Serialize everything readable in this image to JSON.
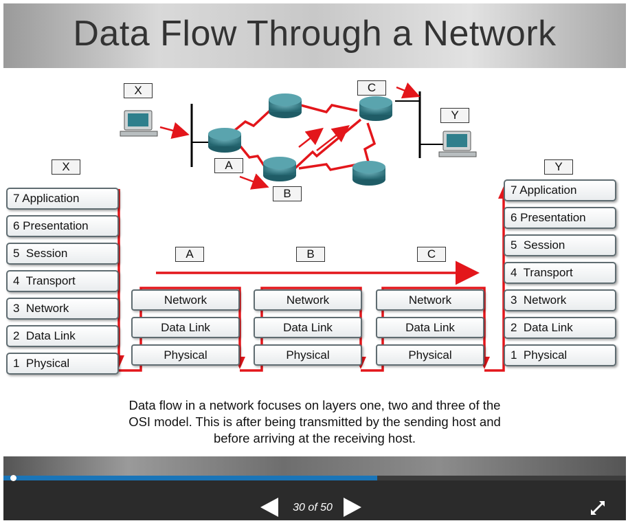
{
  "slide": {
    "title": "Data Flow Through a Network",
    "caption_lines": [
      "Data flow in a network focuses on layers one, two and three of the",
      "OSI model. This is after being transmitted by the sending host and",
      "before arriving at the receiving host."
    ],
    "topology": {
      "host_x_label": "X",
      "host_y_label": "Y",
      "router_a_label": "A",
      "router_b_label": "B",
      "router_c_label": "C"
    },
    "left_stack": {
      "label": "X",
      "layers": [
        "7 Application",
        "6 Presentation",
        "5  Session",
        "4  Transport",
        "3  Network",
        "2  Data Link",
        "1  Physical"
      ]
    },
    "right_stack": {
      "label": "Y",
      "layers": [
        "7 Application",
        "6 Presentation",
        "5  Session",
        "4  Transport",
        "3  Network",
        "2  Data Link",
        "1  Physical"
      ]
    },
    "middle_stacks": [
      {
        "label": "A",
        "layers": [
          "Network",
          "Data Link",
          "Physical"
        ]
      },
      {
        "label": "B",
        "layers": [
          "Network",
          "Data Link",
          "Physical"
        ]
      },
      {
        "label": "C",
        "layers": [
          "Network",
          "Data Link",
          "Physical"
        ]
      }
    ],
    "colors": {
      "arrow": "#e3161b",
      "cable": "#e3161b",
      "router": "#2f7f8c",
      "progress": "#1a75b8"
    }
  },
  "player": {
    "counter": "30 of 50",
    "progress_fraction": 0.6,
    "prev_icon": "prev-arrow-icon",
    "next_icon": "next-arrow-icon",
    "fullscreen_icon": "expand-icon"
  }
}
